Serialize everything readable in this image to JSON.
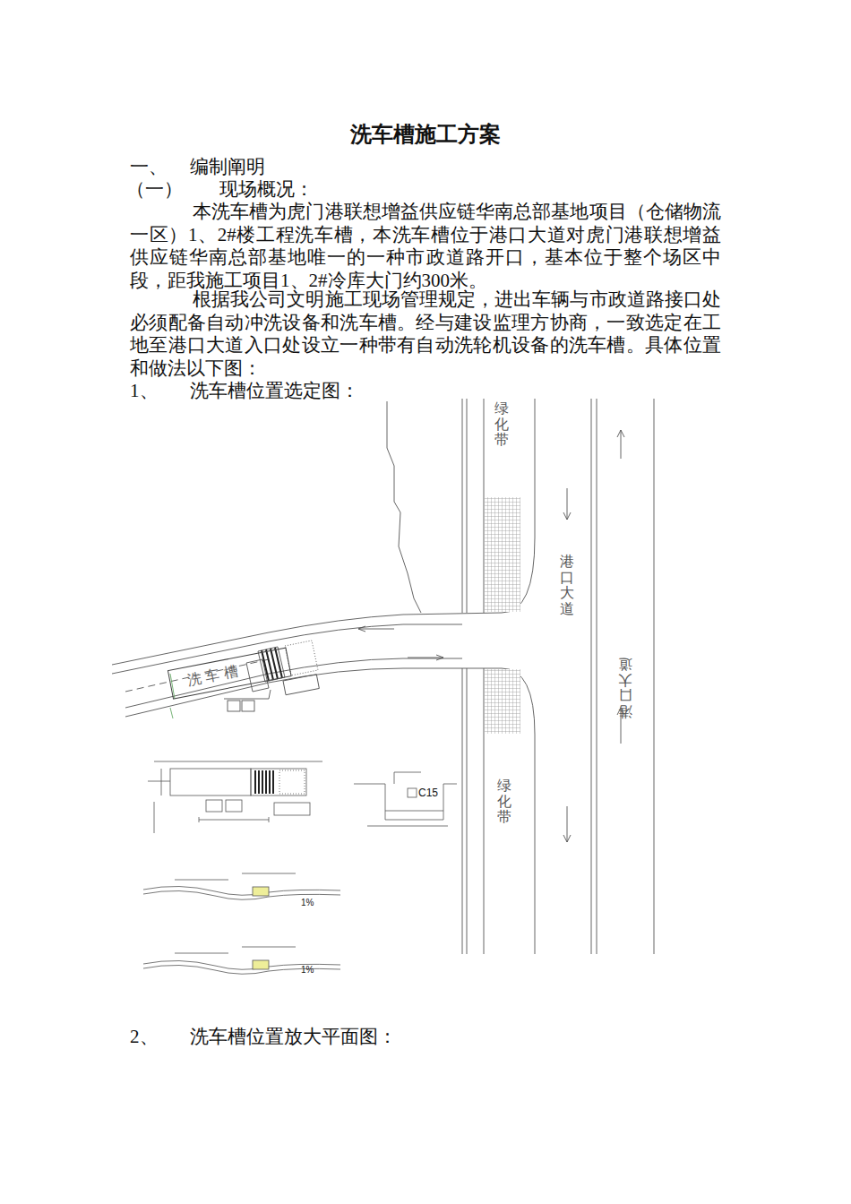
{
  "diagram": {
    "title": "洗车槽施工方案",
    "nodes": [
      {
        "text": [
          "洗 车 槽"
        ]
      }
    ],
    "labels": [
      "一、",
      "编制阐明",
      "（一）",
      "现场概况：",
      "本洗车槽为虎门港联想增益供应链华南总部基地项目（仓储物流一区）1、2#楼工程洗车槽，本洗车槽位于港口大道对虎门港联想增益供应链华南总部基地唯一的一种市政道路开口，基本位于整个场区中段，距我施工项目1、2#冷库大门约300米。",
      "根据我公司文明施工现场管理规定，进出车辆与市政道路接口处必须配备自动冲洗设备和洗车槽。经与建设监理方协商，一致选定在工地至港口大道入口处设立一种带有自动洗轮机设备的洗车槽。具体位置和做法以下图：",
      "1、",
      "洗车槽位置选定图：",
      "绿化带",
      "港口大道",
      "港口大道",
      "绿化带",
      "C15",
      "1%",
      "1%",
      "2、",
      "洗车槽位置放大平面图："
    ]
  }
}
